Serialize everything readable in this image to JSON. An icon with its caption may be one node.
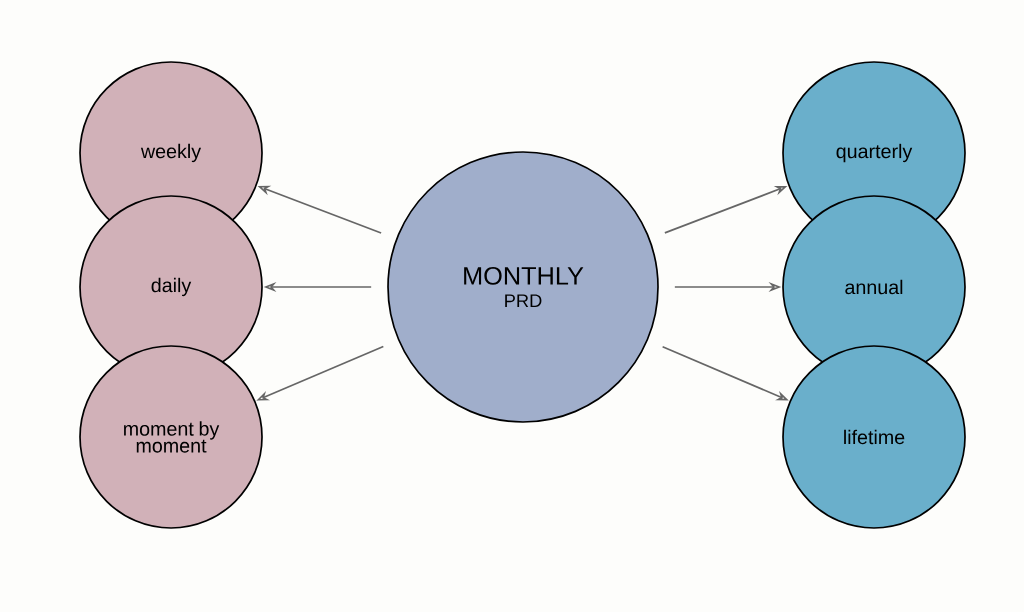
{
  "diagram": {
    "nodes": [
      {
        "text": [
          "weekly"
        ]
      },
      {
        "text": [
          "daily"
        ]
      },
      {
        "text": [
          "moment by moment"
        ]
      },
      {
        "text": [
          "MONTHLY",
          "PRD"
        ]
      },
      {
        "text": [
          "quarterly"
        ]
      },
      {
        "text": [
          "annual"
        ]
      },
      {
        "text": [
          "lifetime"
        ]
      }
    ],
    "edges": [
      {
        "from": 3,
        "to": 0,
        "arrow": "to"
      },
      {
        "from": 3,
        "to": 1,
        "arrow": "to"
      },
      {
        "from": 3,
        "to": 2,
        "arrow": "to"
      },
      {
        "from": 3,
        "to": 4,
        "arrow": "to"
      },
      {
        "from": 3,
        "to": 5,
        "arrow": "to"
      },
      {
        "from": 3,
        "to": 6,
        "arrow": "to"
      }
    ]
  }
}
